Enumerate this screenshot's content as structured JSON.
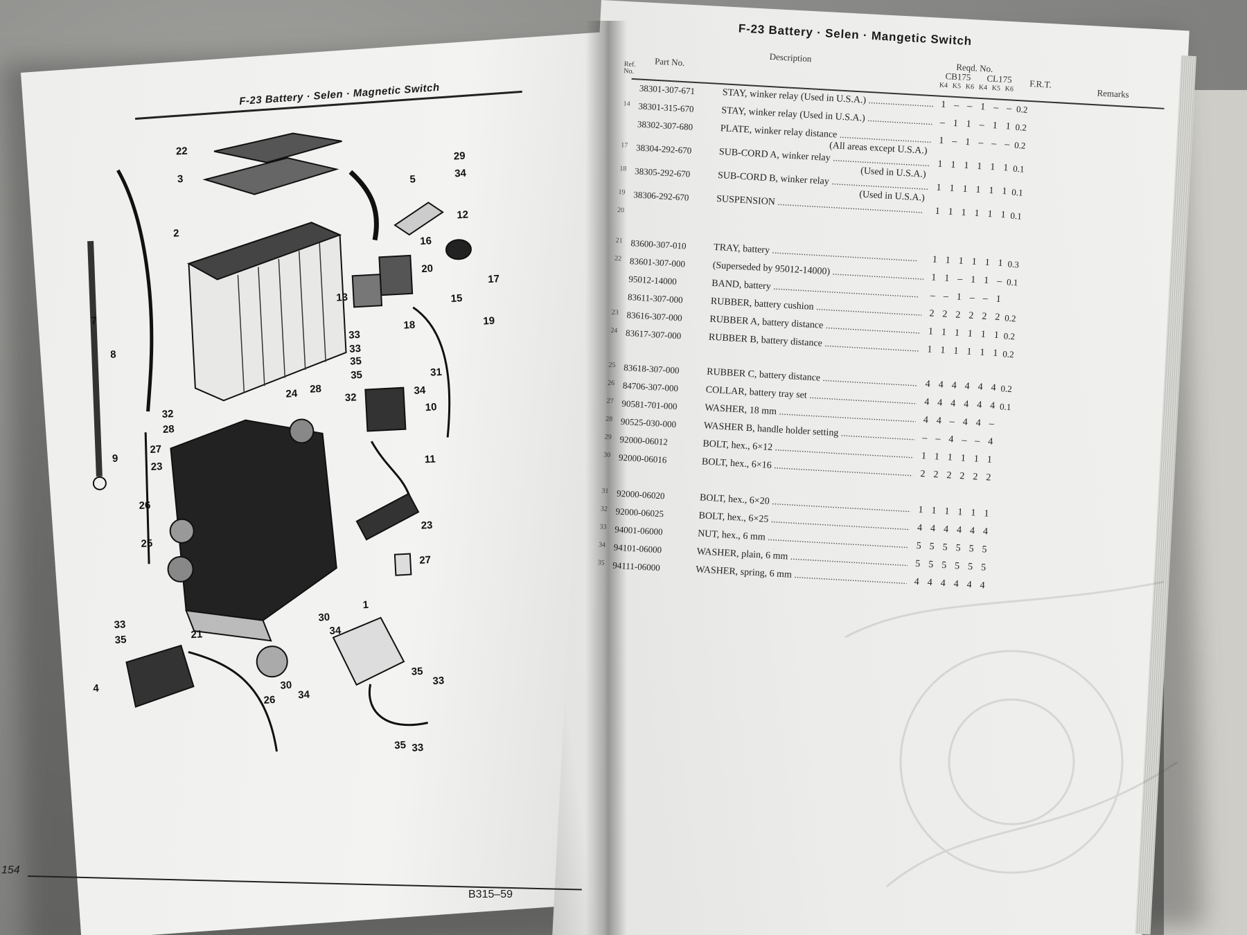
{
  "left_page": {
    "title": "F-23   Battery · Selen · Magnetic Switch",
    "page_number": "154",
    "code": "B315–59",
    "callouts": [
      "22",
      "3",
      "2",
      "5",
      "29",
      "34",
      "12",
      "16",
      "20",
      "13",
      "17",
      "15",
      "18",
      "19",
      "7",
      "8",
      "33",
      "33",
      "35",
      "35",
      "31",
      "34",
      "32",
      "28",
      "24",
      "28",
      "32",
      "10",
      "9",
      "27",
      "23",
      "26",
      "25",
      "11",
      "23",
      "27",
      "21",
      "33",
      "35",
      "30",
      "34",
      "1",
      "4",
      "26",
      "30",
      "34",
      "35",
      "33",
      "35",
      "33"
    ]
  },
  "right_page": {
    "title": "F-23   Battery · Selen · Mangetic Switch",
    "headers": {
      "ref": "Ref. No.",
      "part_no": "Part No.",
      "description": "Description",
      "reqd": "Reqd. No.",
      "cb175": "CB175",
      "cl175": "CL175",
      "frt": "F.R.T.",
      "remarks": "Remarks",
      "models": [
        "K4",
        "K5",
        "K6",
        "K4",
        "K5",
        "K6"
      ]
    },
    "rows": [
      {
        "ref": "",
        "part": "38301-307-671",
        "desc": "STAY, winker relay (Used in U.S.A.)",
        "sub": "",
        "qty": [
          "1",
          "–",
          "–",
          "1",
          "–",
          "–"
        ],
        "frt": "0.2"
      },
      {
        "ref": "14",
        "part": "38301-315-670",
        "desc": "STAY, winker relay (Used in U.S.A.)",
        "sub": "",
        "qty": [
          "–",
          "1",
          "1",
          "–",
          "1",
          "1"
        ],
        "frt": "0.2"
      },
      {
        "ref": "",
        "part": "38302-307-680",
        "desc": "PLATE, winker relay distance",
        "sub": "(All areas except U.S.A.)",
        "qty": [
          "1",
          "–",
          "1",
          "–",
          "–",
          "–"
        ],
        "frt": "0.2"
      },
      {
        "ref": "17",
        "part": "38304-292-670",
        "desc": "SUB-CORD A, winker relay",
        "sub": "(Used in U.S.A.)",
        "qty": [
          "1",
          "1",
          "1",
          "1",
          "1",
          "1"
        ],
        "frt": "0.1"
      },
      {
        "ref": "18",
        "part": "38305-292-670",
        "desc": "SUB-CORD B, winker relay",
        "sub": "(Used in U.S.A.)",
        "qty": [
          "1",
          "1",
          "1",
          "1",
          "1",
          "1"
        ],
        "frt": "0.1"
      },
      {
        "ref": "19",
        "part": "38306-292-670",
        "desc": "SUSPENSION",
        "sub": "",
        "qty": [
          "1",
          "1",
          "1",
          "1",
          "1",
          "1"
        ],
        "frt": "0.1"
      },
      {
        "ref": "20",
        "part": "",
        "desc": "",
        "sub": "",
        "qty": [
          "",
          "",
          "",
          "",
          "",
          ""
        ],
        "frt": ""
      },
      {
        "ref": "21",
        "part": "83600-307-010",
        "desc": "TRAY, battery",
        "sub": "",
        "qty": [
          "1",
          "1",
          "1",
          "1",
          "1",
          "1"
        ],
        "frt": "0.3"
      },
      {
        "ref": "22",
        "part": "83601-307-000",
        "desc": "(Superseded by 95012-14000)",
        "sub": "",
        "qty": [
          "1",
          "1",
          "–",
          "1",
          "1",
          "–"
        ],
        "frt": "0.1"
      },
      {
        "ref": "",
        "part": "95012-14000",
        "desc": "BAND, battery",
        "sub": "",
        "qty": [
          "–",
          "–",
          "1",
          "–",
          "–",
          "1"
        ],
        "frt": ""
      },
      {
        "ref": "",
        "part": "83611-307-000",
        "desc": "RUBBER, battery cushion",
        "sub": "",
        "qty": [
          "2",
          "2",
          "2",
          "2",
          "2",
          "2"
        ],
        "frt": "0.2"
      },
      {
        "ref": "23",
        "part": "83616-307-000",
        "desc": "RUBBER A, battery distance",
        "sub": "",
        "qty": [
          "1",
          "1",
          "1",
          "1",
          "1",
          "1"
        ],
        "frt": "0.2"
      },
      {
        "ref": "24",
        "part": "83617-307-000",
        "desc": "RUBBER B, battery distance",
        "sub": "",
        "qty": [
          "1",
          "1",
          "1",
          "1",
          "1",
          "1"
        ],
        "frt": "0.2"
      },
      {
        "ref": "25",
        "part": "83618-307-000",
        "desc": "RUBBER C, battery distance",
        "sub": "",
        "qty": [
          "4",
          "4",
          "4",
          "4",
          "4",
          "4"
        ],
        "frt": "0.2"
      },
      {
        "ref": "26",
        "part": "84706-307-000",
        "desc": "COLLAR, battery tray set",
        "sub": "",
        "qty": [
          "4",
          "4",
          "4",
          "4",
          "4",
          "4"
        ],
        "frt": "0.1"
      },
      {
        "ref": "27",
        "part": "90581-701-000",
        "desc": "WASHER, 18 mm",
        "sub": "",
        "qty": [
          "4",
          "4",
          "–",
          "4",
          "4",
          "–"
        ],
        "frt": ""
      },
      {
        "ref": "28",
        "part": "90525-030-000",
        "desc": "WASHER B, handle holder setting",
        "sub": "",
        "qty": [
          "–",
          "–",
          "4",
          "–",
          "–",
          "4"
        ],
        "frt": ""
      },
      {
        "ref": "29",
        "part": "92000-06012",
        "desc": "BOLT, hex., 6×12",
        "sub": "",
        "qty": [
          "1",
          "1",
          "1",
          "1",
          "1",
          "1"
        ],
        "frt": ""
      },
      {
        "ref": "30",
        "part": "92000-06016",
        "desc": "BOLT, hex., 6×16",
        "sub": "",
        "qty": [
          "2",
          "2",
          "2",
          "2",
          "2",
          "2"
        ],
        "frt": ""
      },
      {
        "ref": "31",
        "part": "92000-06020",
        "desc": "BOLT, hex., 6×20",
        "sub": "",
        "qty": [
          "1",
          "1",
          "1",
          "1",
          "1",
          "1"
        ],
        "frt": ""
      },
      {
        "ref": "32",
        "part": "92000-06025",
        "desc": "BOLT, hex., 6×25",
        "sub": "",
        "qty": [
          "4",
          "4",
          "4",
          "4",
          "4",
          "4"
        ],
        "frt": ""
      },
      {
        "ref": "33",
        "part": "94001-06000",
        "desc": "NUT, hex., 6 mm",
        "sub": "",
        "qty": [
          "5",
          "5",
          "5",
          "5",
          "5",
          "5"
        ],
        "frt": ""
      },
      {
        "ref": "34",
        "part": "94101-06000",
        "desc": "WASHER, plain, 6 mm",
        "sub": "",
        "qty": [
          "5",
          "5",
          "5",
          "5",
          "5",
          "5"
        ],
        "frt": ""
      },
      {
        "ref": "35",
        "part": "94111-06000",
        "desc": "WASHER, spring, 6 mm",
        "sub": "",
        "qty": [
          "4",
          "4",
          "4",
          "4",
          "4",
          "4"
        ],
        "frt": ""
      }
    ]
  }
}
